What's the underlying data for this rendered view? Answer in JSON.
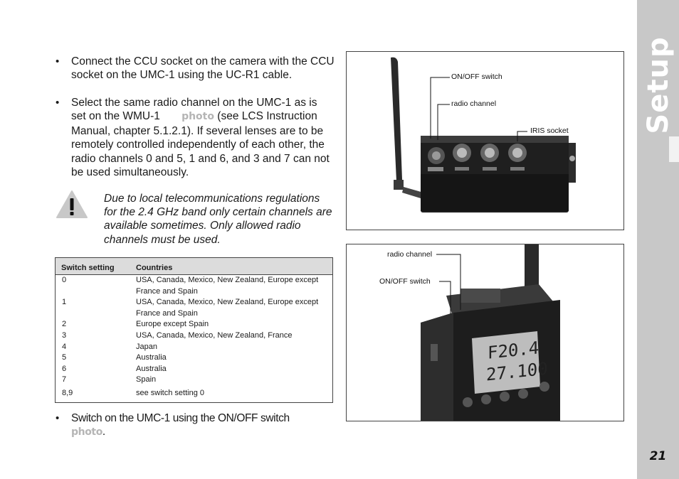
{
  "sidebar": {
    "title": "Setup",
    "page_number": "21"
  },
  "bullets": [
    {
      "text": "Connect the CCU socket on the camera with the CCU socket on the UMC-1 using the UC-R1 cable."
    },
    {
      "text_before": "Select the same radio channel on the UMC-1 as is set on the WMU-1",
      "photo_ref": "photo",
      "text_after": " (see LCS Instruction Manual, chapter 5.1.2.1). If several lenses are to be remotely controlled independently of each other, the radio channels 0 and 5, 1 and 6, and 3 and 7 can not be used simultaneously."
    },
    {
      "text_before": "Switch on the UMC-1 using the ON/OFF switch",
      "photo_ref": "photo",
      "text_after": "."
    }
  ],
  "warning": {
    "icon": "warning-triangle-icon",
    "text": "Due to local telecommunications regulations for the 2.4 GHz band only certain channels are available sometimes. Only allowed radio channels must be used."
  },
  "table": {
    "headers": [
      "Switch setting",
      "Countries"
    ],
    "rows": [
      {
        "setting": "0",
        "countries": "USA, Canada, Mexico, New Zealand, Europe except France and Spain"
      },
      {
        "setting": "1",
        "countries": "USA, Canada, Mexico, New Zealand, Europe except France and Spain"
      },
      {
        "setting": "2",
        "countries": "Europe except Spain"
      },
      {
        "setting": "3",
        "countries": "USA, Canada, Mexico, New Zealand, France"
      },
      {
        "setting": "4",
        "countries": "Japan"
      },
      {
        "setting": "5",
        "countries": "Australia"
      },
      {
        "setting": "6",
        "countries": "Australia"
      },
      {
        "setting": "7",
        "countries": "Spain"
      },
      {
        "setting": "8,9",
        "countries": "see switch setting 0"
      }
    ]
  },
  "photo_top": {
    "callouts": [
      "ON/OFF switch",
      "radio channel",
      "IRIS socket"
    ]
  },
  "photo_bottom": {
    "callouts": [
      "radio channel",
      "ON/OFF switch"
    ],
    "lcd_line1": "F20.4",
    "lcd_line2": "27.100"
  }
}
